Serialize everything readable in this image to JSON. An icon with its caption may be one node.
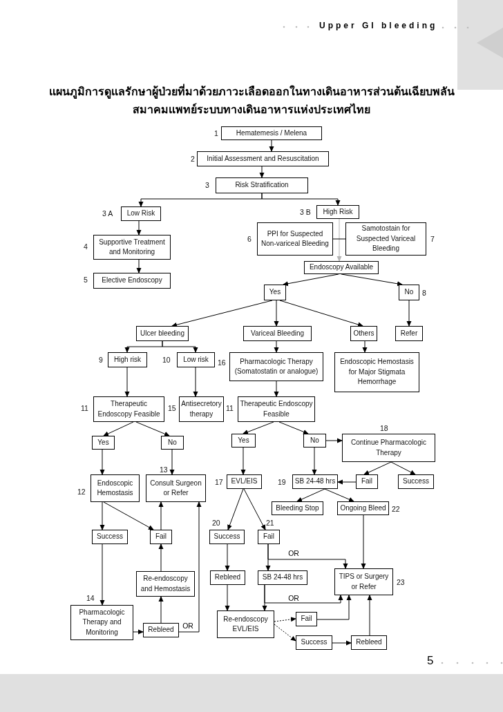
{
  "diagram": {
    "title": "แผนภูมิการดูแลรักษาผู้ป่วยที่มาด้วยภาวะเลือดออกในทางเดินอาหารส่วนต้นเฉียบพลัน",
    "nodes": [
      {
        "text": [
          "Hematemesis / Melena"
        ],
        "beside": [
          "1"
        ]
      },
      {
        "text": [
          "Initial Assessment and Resuscitation"
        ],
        "beside": [
          "2"
        ]
      },
      {
        "text": [
          "Risk Stratification"
        ],
        "beside": [
          "3"
        ]
      },
      {
        "text": [
          "Low Risk"
        ],
        "beside": [
          "3 A"
        ]
      },
      {
        "text": [
          "High Risk"
        ],
        "beside": [
          "3 B"
        ]
      },
      {
        "text": [
          "Supportive Treatment and Monitoring"
        ],
        "beside": [
          "4"
        ]
      },
      {
        "text": [
          "PPI for Suspected Non-variceal Bleeding"
        ],
        "beside": [
          "6"
        ]
      },
      {
        "text": [
          "Samotostain for Suspected Variceal Bleeding"
        ],
        "beside": [
          "7"
        ]
      },
      {
        "text": [
          "Endoscopy Available"
        ]
      },
      {
        "text": [
          "Elective Endoscopy"
        ],
        "beside": [
          "5"
        ]
      },
      {
        "text": [
          "Yes"
        ]
      },
      {
        "text": [
          "No"
        ],
        "beside": [
          "8"
        ]
      },
      {
        "text": [
          "Ulcer bleeding"
        ]
      },
      {
        "text": [
          "Variceal  Bleeding"
        ]
      },
      {
        "text": [
          "Others"
        ]
      },
      {
        "text": [
          "Refer"
        ]
      },
      {
        "text": [
          "High risk"
        ],
        "beside": [
          "9"
        ]
      },
      {
        "text": [
          "Low risk"
        ],
        "beside": [
          "10"
        ]
      },
      {
        "text": [
          "Pharmacologic Therapy (Somatostatin or analogue)"
        ],
        "beside": [
          "16"
        ]
      },
      {
        "text": [
          "Endoscopic Hemostasis for Major Stigmata Hemorrhage"
        ]
      },
      {
        "text": [
          "Therapeutic Endoscopy Feasible"
        ],
        "beside": [
          "11"
        ]
      },
      {
        "text": [
          "Antisecretory therapy"
        ],
        "beside": [
          "15"
        ]
      },
      {
        "text": [
          "Therapeutic Endoscopy Feasible"
        ],
        "beside": [
          "11"
        ]
      },
      {
        "text": [
          "Yes"
        ]
      },
      {
        "text": [
          "No"
        ]
      },
      {
        "text": [
          "Yes"
        ]
      },
      {
        "text": [
          "No"
        ]
      },
      {
        "text": [
          "Continue Pharmacologic Therapy"
        ],
        "beside": [
          "18"
        ]
      },
      {
        "text": [
          "Endoscopic Hemostasis"
        ],
        "beside": [
          "12"
        ]
      },
      {
        "text": [
          "Consult Surgeon or Refer"
        ],
        "beside": [
          "13"
        ]
      },
      {
        "text": [
          "EVL/EIS"
        ],
        "beside": [
          "17"
        ]
      },
      {
        "text": [
          "SB 24-48 hrs"
        ],
        "beside": [
          "19"
        ]
      },
      {
        "text": [
          "Fail"
        ]
      },
      {
        "text": [
          "Success"
        ]
      },
      {
        "text": [
          "Bleeding Stop"
        ]
      },
      {
        "text": [
          "Ongoing Bleed"
        ],
        "beside": [
          "22"
        ]
      },
      {
        "text": [
          "Success"
        ]
      },
      {
        "text": [
          "Fail"
        ]
      },
      {
        "text": [
          "Success"
        ],
        "beside": [
          "20"
        ]
      },
      {
        "text": [
          "Fail"
        ],
        "beside": [
          "21"
        ]
      },
      {
        "text": [
          "Re-endoscopy and Hemostasis"
        ]
      },
      {
        "text": [
          "Rebleed"
        ]
      },
      {
        "text": [
          "SB 24-48 hrs"
        ]
      },
      {
        "text": [
          "TIPS or Surgery or Refer"
        ],
        "beside": [
          "23"
        ]
      },
      {
        "text": [
          "Pharmacologic Therapy and Monitoring"
        ],
        "beside": [
          "14"
        ]
      },
      {
        "text": [
          "Rebleed"
        ]
      },
      {
        "text": [
          "Re-endoscopy EVL/EIS"
        ]
      },
      {
        "text": [
          "Fail"
        ]
      },
      {
        "text": [
          "Success"
        ]
      },
      {
        "text": [
          "Rebleed"
        ]
      }
    ],
    "edges": [
      {
        "from": 0,
        "to": 1,
        "arrow": "to"
      },
      {
        "from": 1,
        "to": 2,
        "arrow": "to"
      },
      {
        "from": 2,
        "to": 3,
        "arrow": "to"
      },
      {
        "from": 2,
        "to": 4,
        "arrow": "to"
      },
      {
        "from": 3,
        "to": 5,
        "arrow": "to"
      },
      {
        "from": 5,
        "to": 9,
        "arrow": "to"
      },
      {
        "from": 4,
        "to": 8,
        "arrow": "to",
        "color": "#b4b4b4"
      },
      {
        "from": 6,
        "to": 7,
        "arrow": "none"
      },
      {
        "from": 8,
        "to": 10,
        "arrow": "to"
      },
      {
        "from": 8,
        "to": 11,
        "arrow": "to"
      },
      {
        "from": 10,
        "to": 12,
        "arrow": "to"
      },
      {
        "from": 10,
        "to": 13,
        "arrow": "to"
      },
      {
        "from": 10,
        "to": 14,
        "arrow": "to"
      },
      {
        "from": 11,
        "to": 15,
        "arrow": "to"
      },
      {
        "from": 12,
        "to": 16,
        "arrow": "to"
      },
      {
        "from": 12,
        "to": 17,
        "arrow": "to"
      },
      {
        "from": 13,
        "to": 18,
        "arrow": "to"
      },
      {
        "from": 14,
        "to": 19,
        "arrow": "to"
      },
      {
        "from": 16,
        "to": 20,
        "arrow": "to"
      },
      {
        "from": 17,
        "to": 21,
        "arrow": "to"
      },
      {
        "from": 18,
        "to": 22,
        "arrow": "to"
      },
      {
        "from": 20,
        "to": 23,
        "arrow": "to"
      },
      {
        "from": 20,
        "to": 24,
        "arrow": "to"
      },
      {
        "from": 22,
        "to": 25,
        "arrow": "to"
      },
      {
        "from": 22,
        "to": 26,
        "arrow": "to"
      },
      {
        "from": 26,
        "to": 27,
        "arrow": "to"
      },
      {
        "from": 23,
        "to": 28,
        "arrow": "to"
      },
      {
        "from": 24,
        "to": 29,
        "arrow": "to"
      },
      {
        "from": 25,
        "to": 30,
        "arrow": "to"
      },
      {
        "from": 26,
        "to": 31,
        "arrow": "to"
      },
      {
        "from": 27,
        "to": 32,
        "arrow": "to"
      },
      {
        "from": 27,
        "to": 33,
        "arrow": "to"
      },
      {
        "from": 32,
        "to": 31,
        "arrow": "to"
      },
      {
        "from": 31,
        "to": 34,
        "arrow": "to"
      },
      {
        "from": 31,
        "to": 35,
        "arrow": "to"
      },
      {
        "from": 28,
        "to": 36,
        "arrow": "to"
      },
      {
        "from": 28,
        "to": 37,
        "arrow": "to"
      },
      {
        "from": 30,
        "to": 38,
        "arrow": "to"
      },
      {
        "from": 30,
        "to": 39,
        "arrow": "to"
      },
      {
        "from": 35,
        "to": 43,
        "arrow": "to"
      },
      {
        "from": 39,
        "to": 43,
        "arrow": "to",
        "label": "OR"
      },
      {
        "from": 39,
        "to": 42,
        "arrow": "to"
      },
      {
        "from": 38,
        "to": 41,
        "arrow": "to"
      },
      {
        "from": 41,
        "to": 46,
        "arrow": "to"
      },
      {
        "from": 42,
        "to": 46,
        "arrow": "to"
      },
      {
        "from": 42,
        "to": 43,
        "arrow": "to",
        "label": "OR"
      },
      {
        "from": 46,
        "to": 47,
        "arrow": "to",
        "style": "dashed"
      },
      {
        "from": 46,
        "to": 48,
        "arrow": "to",
        "style": "dashed"
      },
      {
        "from": 47,
        "to": 43,
        "arrow": "to"
      },
      {
        "from": 48,
        "to": 49,
        "arrow": "to"
      },
      {
        "from": 49,
        "to": 43,
        "arrow": "to"
      },
      {
        "from": 36,
        "to": 44,
        "arrow": "to"
      },
      {
        "from": 44,
        "to": 45,
        "arrow": "to"
      },
      {
        "from": 45,
        "to": 40,
        "arrow": "to"
      },
      {
        "from": 40,
        "to": 37,
        "arrow": "to"
      },
      {
        "from": 37,
        "to": 29,
        "arrow": "to"
      },
      {
        "from": 45,
        "to": 29,
        "arrow": "to",
        "label": "OR"
      }
    ],
    "labels": [
      "Upper GI bleeding",
      "สมาคมแพทย์ระบบทางเดินอาหารแห่งประเทศไทย",
      "5"
    ]
  }
}
